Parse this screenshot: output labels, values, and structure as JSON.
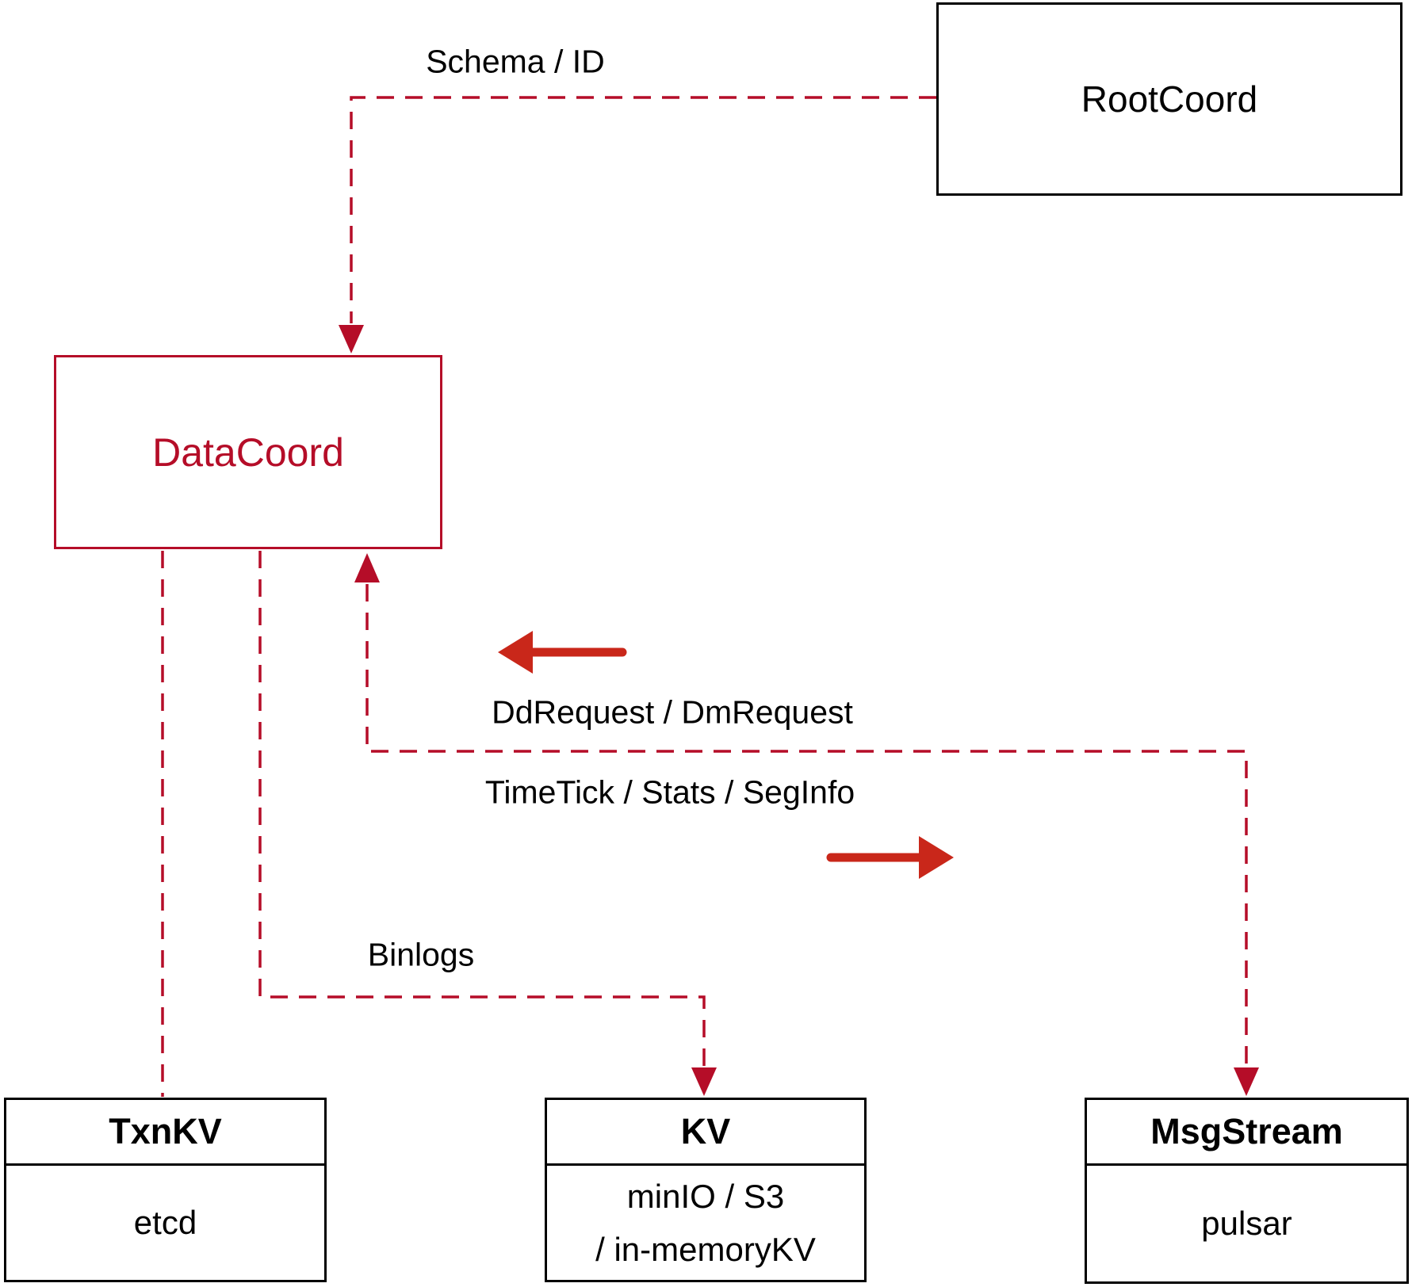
{
  "diagram": {
    "boxes": {
      "rootcoord": {
        "label": "RootCoord"
      },
      "datacoord": {
        "label": "DataCoord"
      },
      "txnkv": {
        "title": "TxnKV",
        "body": "etcd"
      },
      "kv": {
        "title": "KV",
        "body_line1": "minIO / S3",
        "body_line2": "/ in-memoryKV"
      },
      "msgstream": {
        "title": "MsgStream",
        "body": "pulsar"
      }
    },
    "edge_labels": {
      "schema_id": "Schema / ID",
      "dd_dm_request": "DdRequest / DmRequest",
      "timetick_stats_seginfo": "TimeTick / Stats / SegInfo",
      "binlogs": "Binlogs"
    },
    "colors": {
      "connector_crimson": "#b50d28",
      "direction_arrow_red": "#c9271a",
      "box_border_black": "#000000"
    }
  }
}
